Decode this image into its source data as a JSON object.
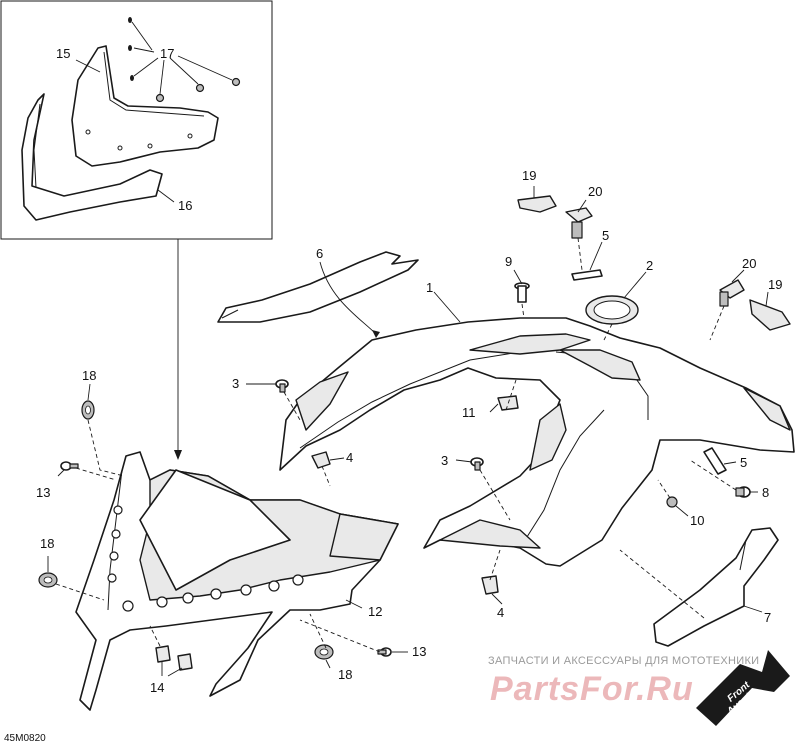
{
  "diagram": {
    "callouts": [
      {
        "id": "c1",
        "text": "1"
      },
      {
        "id": "c2",
        "text": "2"
      },
      {
        "id": "c3a",
        "text": "3"
      },
      {
        "id": "c3b",
        "text": "3"
      },
      {
        "id": "c4a",
        "text": "4"
      },
      {
        "id": "c4b",
        "text": "4"
      },
      {
        "id": "c5a",
        "text": "5"
      },
      {
        "id": "c5b",
        "text": "5"
      },
      {
        "id": "c6",
        "text": "6"
      },
      {
        "id": "c7",
        "text": "7"
      },
      {
        "id": "c8",
        "text": "8"
      },
      {
        "id": "c9",
        "text": "9"
      },
      {
        "id": "c10",
        "text": "10"
      },
      {
        "id": "c11",
        "text": "11"
      },
      {
        "id": "c12",
        "text": "12"
      },
      {
        "id": "c13a",
        "text": "13"
      },
      {
        "id": "c13b",
        "text": "13"
      },
      {
        "id": "c14",
        "text": "14"
      },
      {
        "id": "c15",
        "text": "15"
      },
      {
        "id": "c16",
        "text": "16"
      },
      {
        "id": "c17",
        "text": "17"
      },
      {
        "id": "c18a",
        "text": "18"
      },
      {
        "id": "c18b",
        "text": "18"
      },
      {
        "id": "c19a",
        "text": "19"
      },
      {
        "id": "c19b",
        "text": "19"
      },
      {
        "id": "c20a",
        "text": "20"
      },
      {
        "id": "c20b",
        "text": "20"
      }
    ],
    "reference_code": "45M0820",
    "front_arrow": {
      "line1": "Front",
      "line2": "Avant"
    }
  },
  "watermark": {
    "caption": "ЗАПЧАСТИ И АКСЕССУАРЫ ДЛЯ МОТОТЕХНИКИ",
    "brand": "PartsFor.Ru",
    "color": "#ecb8ba"
  }
}
